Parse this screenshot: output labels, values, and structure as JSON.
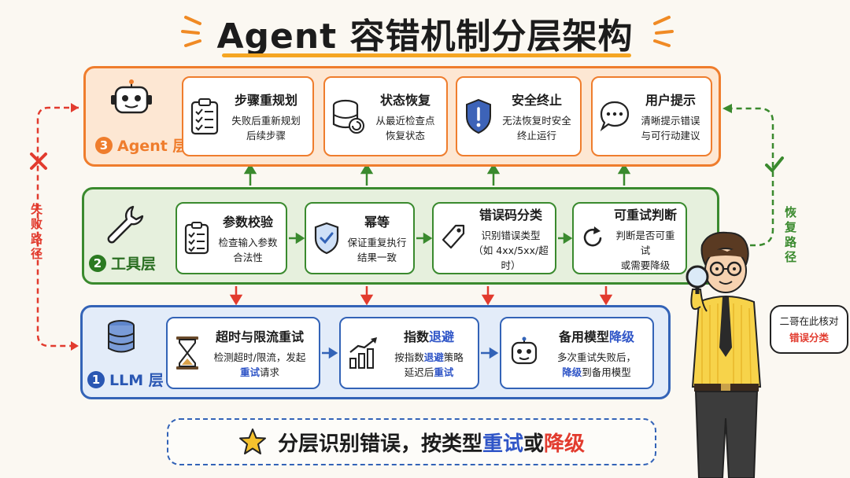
{
  "title": "Agent 容错机制分层架构",
  "layers": {
    "agent": {
      "label": "Agent 层",
      "num": "3",
      "cards": [
        {
          "title": "步骤重规划",
          "line1": "失败后重新规划",
          "line2": "后续步骤",
          "icon": "clipboard-checklist-icon"
        },
        {
          "title": "状态恢复",
          "line1": "从最近检查点",
          "line2": "恢复状态",
          "icon": "database-restore-icon"
        },
        {
          "title": "安全终止",
          "line1": "无法恢复时安全",
          "line2": "终止运行",
          "icon": "shield-alert-icon"
        },
        {
          "title": "用户提示",
          "line1": "清晰提示错误",
          "line2": "与可行动建议",
          "icon": "chat-bubble-icon"
        }
      ]
    },
    "tool": {
      "label": "工具层",
      "num": "2",
      "cards": [
        {
          "title": "参数校验",
          "line1": "检查输入参数",
          "line2": "合法性",
          "icon": "checklist-icon"
        },
        {
          "title": "幂等",
          "line1": "保证重复执行",
          "line2": "结果一致",
          "icon": "shield-check-icon"
        },
        {
          "title": "错误码分类",
          "line1": "识别错误类型",
          "line2": "（如 4xx/5xx/超时）",
          "icon": "tag-icon"
        },
        {
          "title": "可重试判断",
          "line1": "判断是否可重试",
          "line2": "或需要降级",
          "icon": "refresh-icon"
        }
      ]
    },
    "llm": {
      "label": "LLM 层",
      "num": "1",
      "cards": [
        {
          "title": "超时与限流重试",
          "line1": "检测超时/限流，发起",
          "line2a": "重试",
          "line2b": "请求",
          "icon": "hourglass-icon"
        },
        {
          "title_a": "指数",
          "title_b": "退避",
          "line1a": "按指数",
          "line1b": "退避",
          "line1c": "策略",
          "line2a": "延迟后",
          "line2b": "重试",
          "icon": "bar-chart-up-icon"
        },
        {
          "title_a": "备用模型",
          "title_b": "降级",
          "line1": "多次重试失败后，",
          "line2a": "降级",
          "line2b": "到备用模型",
          "icon": "robot-icon"
        }
      ]
    }
  },
  "fail_path_label": "失败路径",
  "recover_path_label": "恢复路径",
  "bubble": {
    "line1": "二哥在此核对",
    "line2": "错误分类"
  },
  "banner": {
    "a": "分层识别错误，按类型",
    "b": "重试",
    "c": "或",
    "d": "降级"
  },
  "colors": {
    "agent": "#ef7d2d",
    "tool": "#3a8a2e",
    "llm": "#3363b7",
    "fail": "#e23b2e",
    "highlight": "#2f55c7"
  }
}
